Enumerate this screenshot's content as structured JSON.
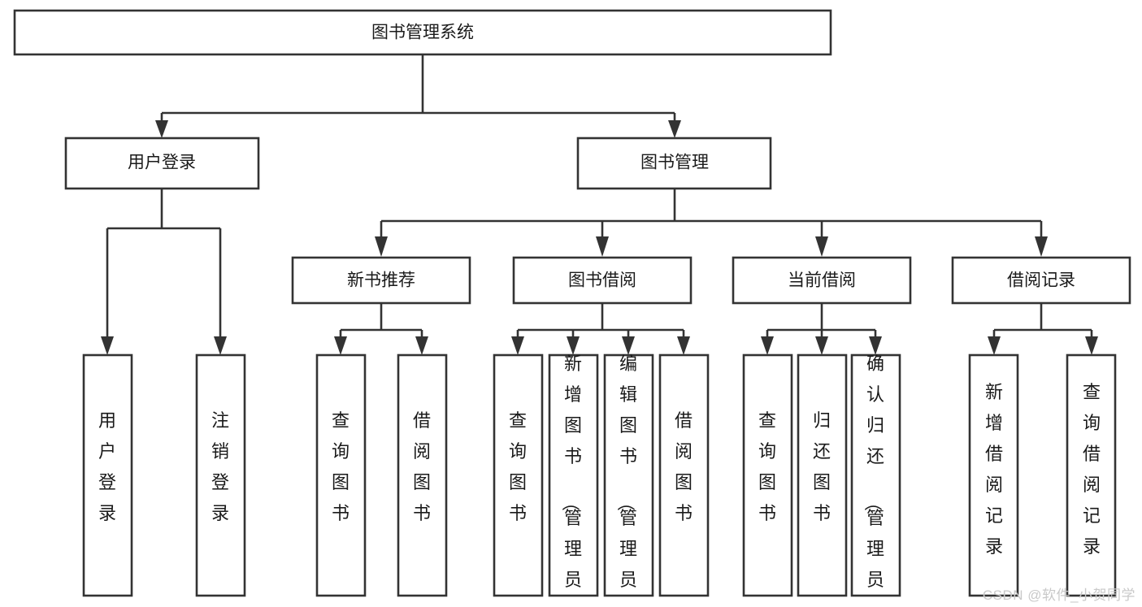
{
  "diagram": {
    "title": "图书管理系统",
    "type": "tree-hierarchy-diagram",
    "colors": {
      "stroke": "#333333",
      "fill": "#ffffff",
      "text": "#1a1a1a",
      "watermark": "#c9c9c9",
      "background": "#ffffff"
    },
    "levels": {
      "root": {
        "label": "图书管理系统"
      },
      "level2": [
        {
          "label": "用户登录"
        },
        {
          "label": "图书管理"
        }
      ],
      "level3": [
        {
          "label": "新书推荐"
        },
        {
          "label": "图书借阅"
        },
        {
          "label": "当前借阅"
        },
        {
          "label": "借阅记录"
        }
      ],
      "leaves": {
        "user_login": [
          {
            "label": "用户登录"
          },
          {
            "label": "注销登录"
          }
        ],
        "new_book_recommend": [
          {
            "label": "查询图书"
          },
          {
            "label": "借阅图书"
          }
        ],
        "book_borrow": [
          {
            "label": "查询图书"
          },
          {
            "label": "新增图书（管理员）"
          },
          {
            "label": "编辑图书（管理员）"
          },
          {
            "label": "借阅图书"
          }
        ],
        "current_borrow": [
          {
            "label": "查询图书"
          },
          {
            "label": "归还图书"
          },
          {
            "label": "确认归还（管理员）"
          }
        ],
        "borrow_record": [
          {
            "label": "新增借阅记录"
          },
          {
            "label": "查询借阅记录"
          }
        ]
      }
    }
  },
  "watermark": {
    "text": "CSDN @软件_小贺同学"
  }
}
